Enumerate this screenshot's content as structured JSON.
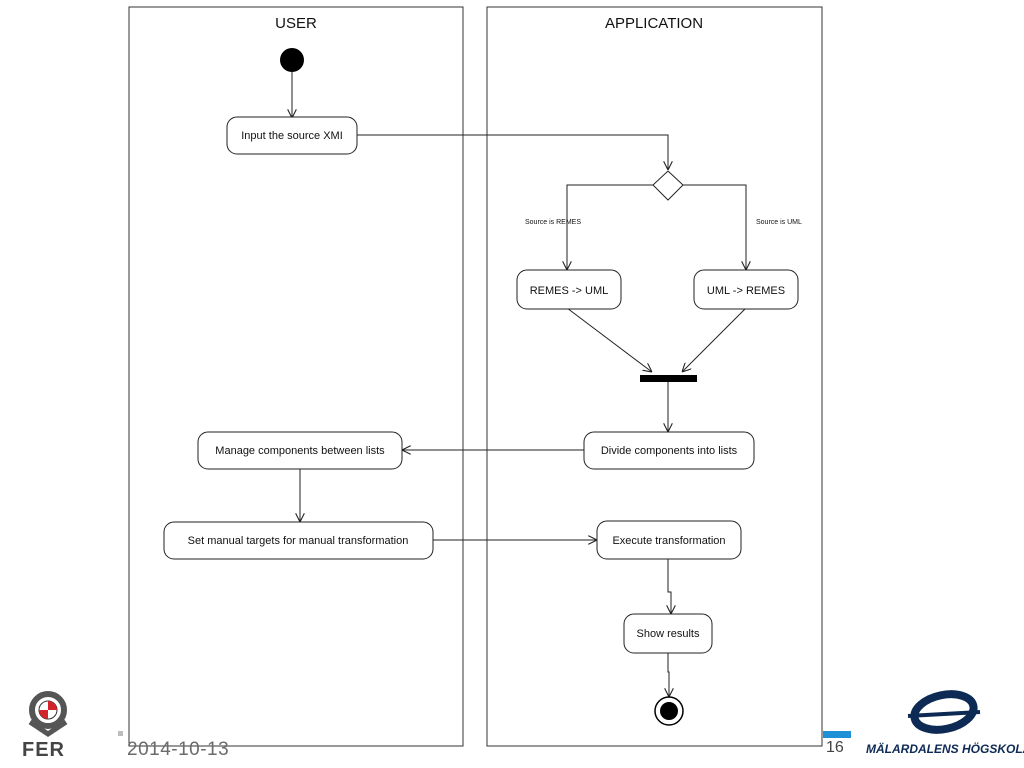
{
  "swimlanes": {
    "user_title": "USER",
    "application_title": "APPLICATION"
  },
  "nodes": {
    "input_source": "Input the source XMI",
    "remes_to_uml": "REMES -> UML",
    "uml_to_remes": "UML -> REMES",
    "divide_components": "Divide components into lists",
    "manage_components": "Manage components between lists",
    "set_manual_targets": "Set manual targets for manual transformation",
    "execute_transformation": "Execute transformation",
    "show_results": "Show results"
  },
  "guards": {
    "source_remes": "Source is REMES",
    "source_uml": "Source is UML"
  },
  "footer": {
    "date": "2014-10-13",
    "page_number": "16",
    "fer_logo_text": "FER",
    "mdh_logo_text": "MÄLARDALENS HÖGSKOLA"
  },
  "colors": {
    "page_accent": "#1e90d8",
    "mdh_brand": "#0d2a55",
    "fer_red": "#d2232a"
  }
}
